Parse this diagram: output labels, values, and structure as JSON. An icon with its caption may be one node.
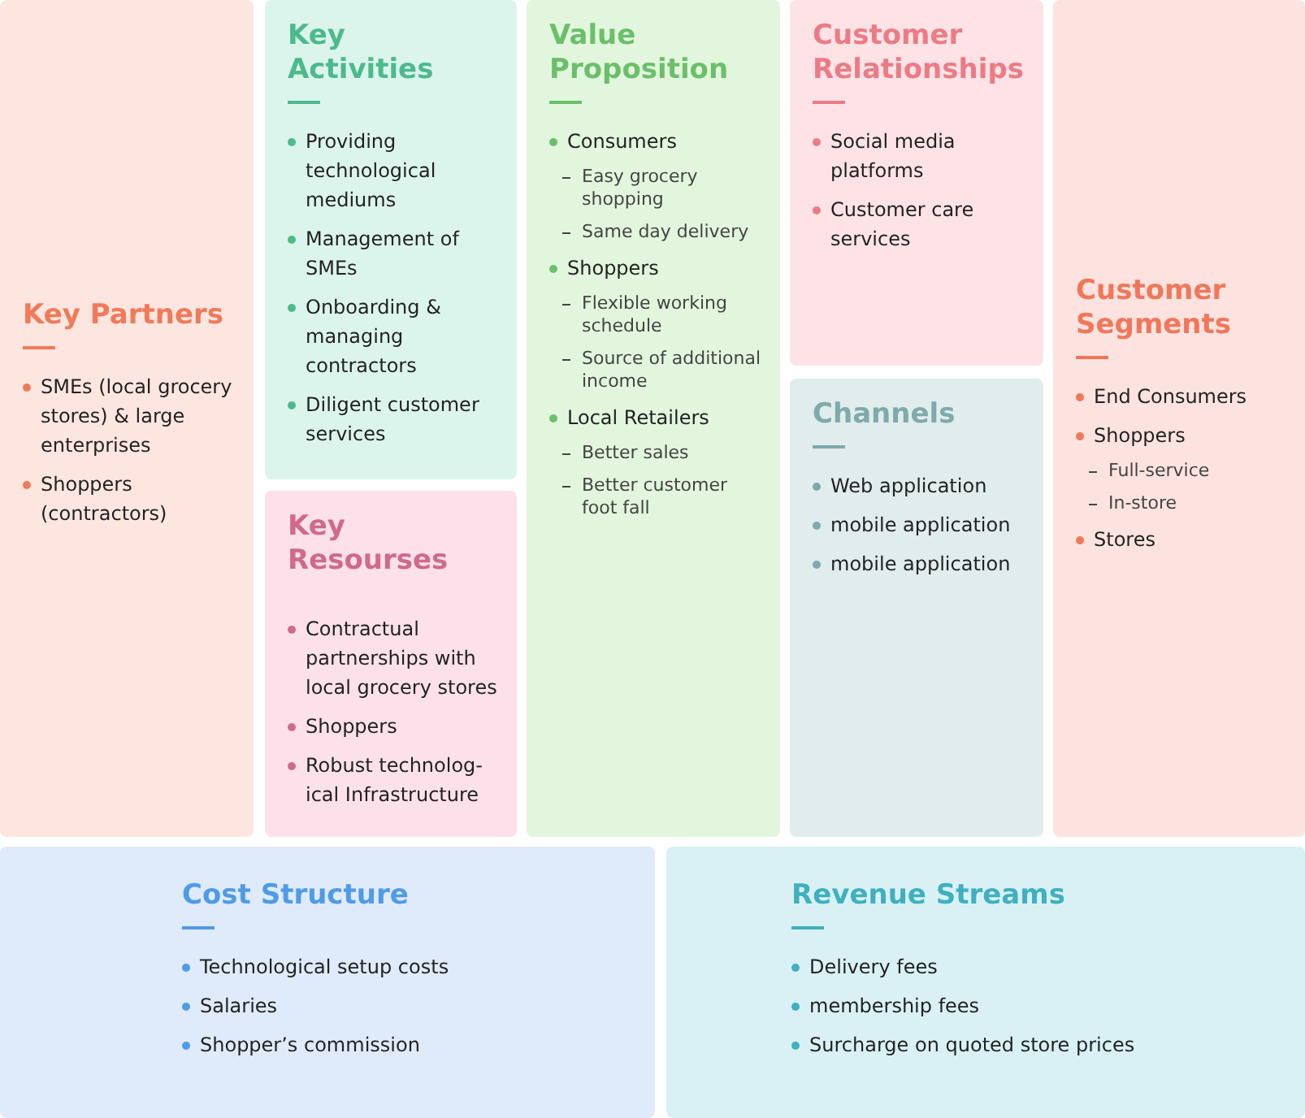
{
  "diagram": {
    "nodes": [
      {
        "text": [
          "Key Partners",
          "SMEs (local grocery stores) & large enterprises",
          "Shoppers (contractors)"
        ]
      },
      {
        "text": [
          "Key Activities",
          "Providing technological mediums",
          "Management of SMEs",
          "Onboarding & managing contractors",
          "Diligent customer services"
        ]
      },
      {
        "text": [
          "Key Resourses",
          "Contractual partnerships with local grocery stores",
          "Shoppers",
          "Robust technolog-ical Infrastructure"
        ]
      },
      {
        "text": [
          "Value Proposition",
          "Consumers",
          "Easy grocery shopping",
          "Same day delivery",
          "Shoppers",
          "Flexible working schedule",
          "Source of additional income",
          "Local Retailers",
          "Better sales",
          "Better customer foot fall"
        ]
      },
      {
        "text": [
          "Customer Relationships",
          "Social media platforms",
          "Customer care services"
        ]
      },
      {
        "text": [
          "Channels",
          "Web application",
          "mobile application",
          "mobile application"
        ]
      },
      {
        "text": [
          "Customer Segments",
          "End Consumers",
          "Shoppers",
          "Full-service",
          "In-store",
          "Stores"
        ]
      },
      {
        "text": [
          "Cost Structure",
          "Technological setup costs",
          "Salaries",
          "Shopper’s commission"
        ]
      },
      {
        "text": [
          "Revenue Streams",
          "Delivery fees",
          "membership fees",
          "Surcharge on quoted store prices"
        ]
      }
    ]
  }
}
